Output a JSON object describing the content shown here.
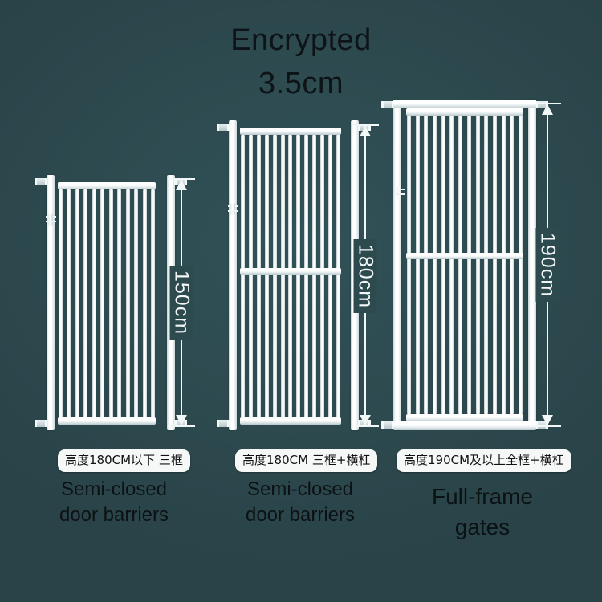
{
  "poster": {
    "background_color": "#2e4c51",
    "heading": "Encrypted\n3.5cm",
    "heading_color": "#0d1316"
  },
  "products": [
    {
      "id": "gate-150",
      "chip_label": "高度180CM以下 三框",
      "caption": "Semi-closed\ndoor barriers",
      "dimension_label": "150cm",
      "frame_type": "semi-closed",
      "bar_count": 12,
      "has_crossbar": false,
      "has_latch": true
    },
    {
      "id": "gate-180",
      "chip_label": "高度180CM  三框+横杠",
      "caption": "Semi-closed\ndoor barriers",
      "dimension_label": "180cm",
      "frame_type": "semi-closed",
      "bar_count": 13,
      "has_crossbar": true,
      "has_latch": true
    },
    {
      "id": "gate-190",
      "chip_label": "高度190CM及以上全框+横杠",
      "caption": "Full-frame\ngates",
      "dimension_label": "190cm",
      "frame_type": "full-frame",
      "bar_count": 14,
      "has_crossbar": true,
      "has_latch": true
    }
  ],
  "colors": {
    "gate_white": "#ffffff",
    "gate_shadow": "#b9c8cb",
    "arrow_white": "#f2f7f7",
    "chip_background": "#f6f8f7",
    "chip_text": "#111111"
  }
}
